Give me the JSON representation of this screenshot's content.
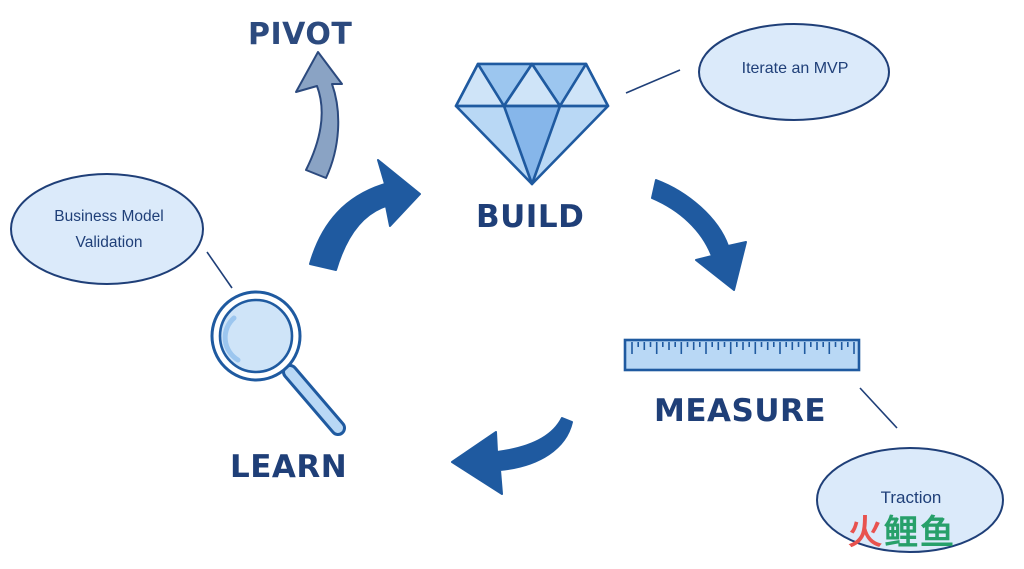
{
  "stages": {
    "pivot": "PIVOT",
    "build": "BUILD",
    "measure": "MEASURE",
    "learn": "LEARN"
  },
  "bubbles": {
    "mvp": "Iterate an MVP",
    "business_model_line1": "Business Model",
    "business_model_line2": "Validation",
    "traction": "Traction"
  },
  "icons": [
    "diamond-icon",
    "ruler-icon",
    "magnifier-icon"
  ],
  "colors": {
    "arrow": "#1f5aa0",
    "pivot_arrow": "#8aa3c4",
    "label": "#1f3f78",
    "bubble_fill": "#dbeafa",
    "bubble_stroke": "#1f3f78",
    "icon_fill": "#b9d8f5"
  },
  "watermark": {
    "char1": "火",
    "char2": "鲤",
    "char3": "鱼"
  }
}
